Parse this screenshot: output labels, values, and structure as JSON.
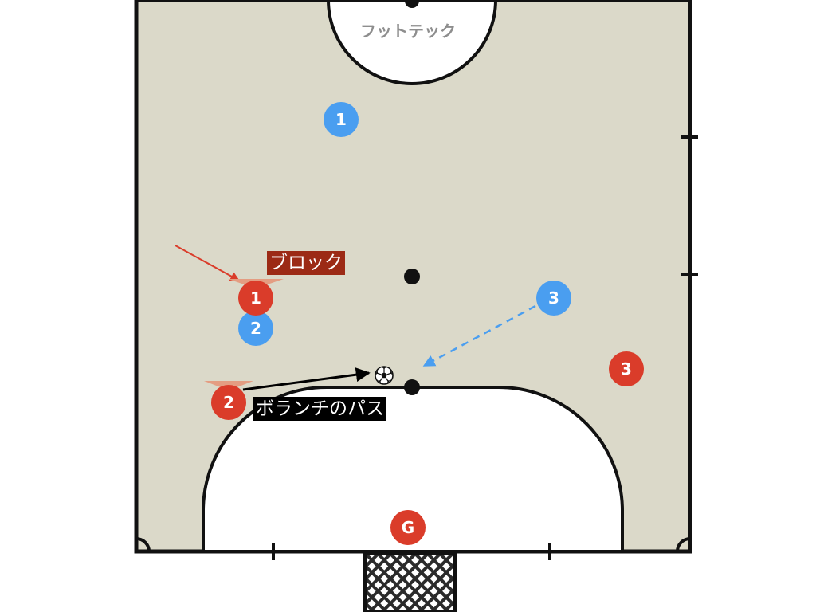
{
  "watermark": "フットテック",
  "colors": {
    "pitch": "#dbd9c9",
    "line": "#111111",
    "team_red": "#da3c2a",
    "team_blue": "#4a9ef0",
    "block_label_bg": "#9c2a15",
    "pass_label_bg": "#000000"
  },
  "annotations": {
    "block": "ブロック",
    "pivot_pass": "ボランチのパス"
  },
  "players": {
    "blue": [
      {
        "label": "1"
      },
      {
        "label": "2"
      },
      {
        "label": "3"
      }
    ],
    "red": [
      {
        "label": "1"
      },
      {
        "label": "2"
      },
      {
        "label": "3"
      },
      {
        "label": "G"
      }
    ]
  },
  "icons": {
    "ball": "soccer-ball-icon",
    "goal": "goal-net-icon",
    "pass": "solid-arrow",
    "run": "dashed-arrow"
  }
}
